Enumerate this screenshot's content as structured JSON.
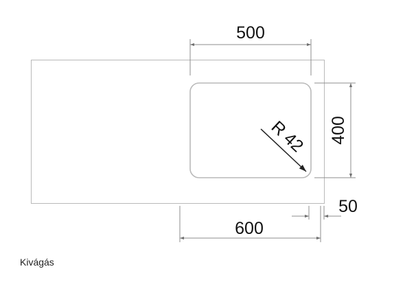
{
  "dimensions": {
    "cutout_width": "500",
    "cutout_height": "400",
    "corner_radius": "R 42",
    "distance_width": "600",
    "offset": "50"
  },
  "caption": "Kivágás",
  "colors": {
    "outline": "#b9b9b9",
    "dimension_line": "#8c8c8c",
    "radius_arrow": "#222222",
    "text": "#111111"
  }
}
